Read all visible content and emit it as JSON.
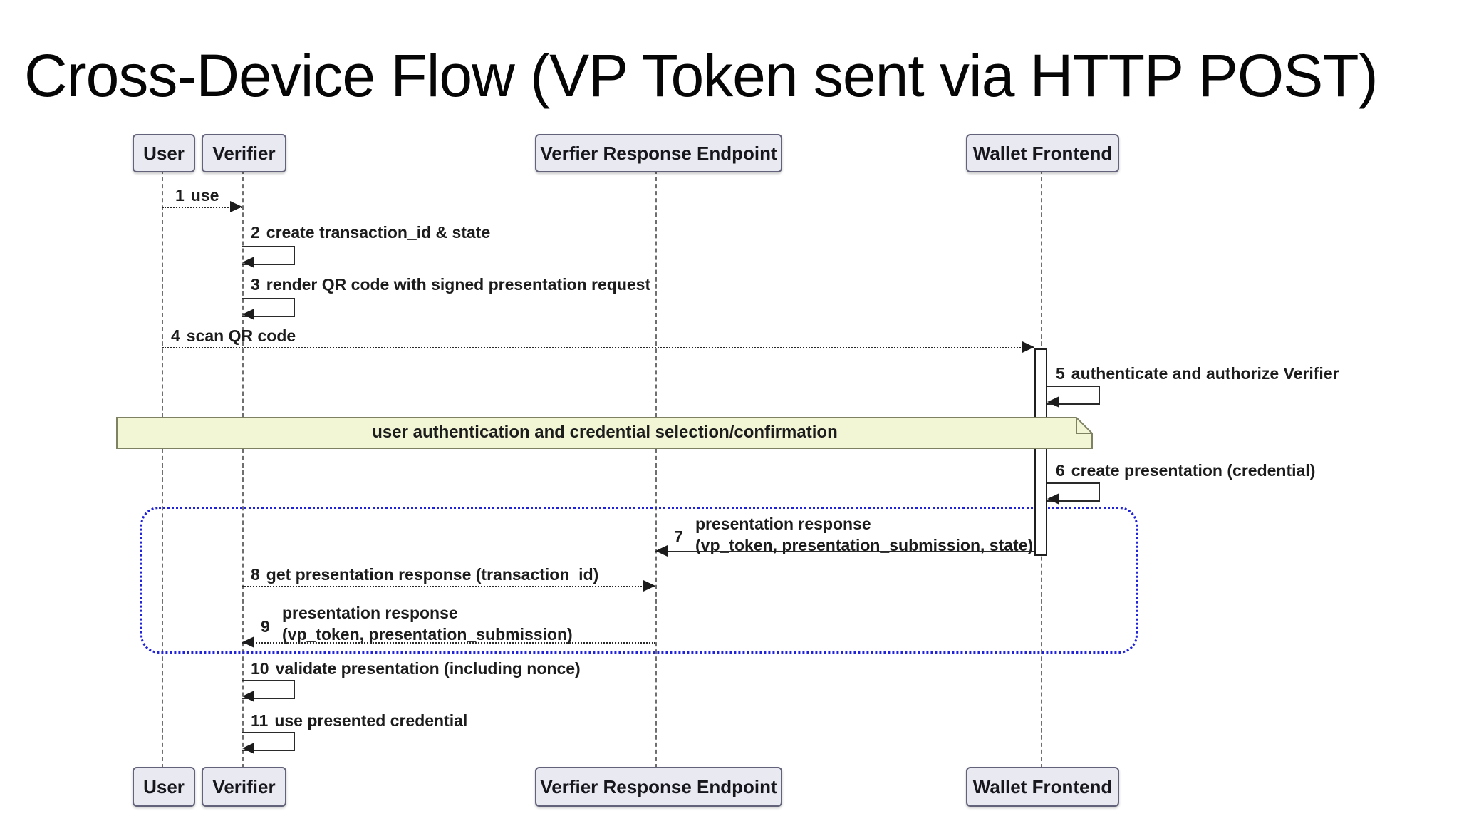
{
  "title": "Cross-Device Flow (VP Token sent via HTTP POST)",
  "participants": [
    {
      "id": "user",
      "label": "User"
    },
    {
      "id": "verifier",
      "label": "Verifier"
    },
    {
      "id": "endpoint",
      "label": "Verfier Response Endpoint"
    },
    {
      "id": "wallet",
      "label": "Wallet Frontend"
    }
  ],
  "messages": [
    {
      "num": "1",
      "label": "use",
      "from": "user",
      "to": "verifier",
      "style": "dotted"
    },
    {
      "num": "2",
      "label": "create transaction_id & state",
      "self": "verifier"
    },
    {
      "num": "3",
      "label": "render QR code with signed presentation request",
      "self": "verifier"
    },
    {
      "num": "4",
      "label": "scan QR code",
      "from": "user",
      "to": "wallet",
      "style": "dotted"
    },
    {
      "num": "5",
      "label": "authenticate and authorize Verifier",
      "self": "wallet"
    },
    {
      "num": "6",
      "label": "create presentation (credential)",
      "self": "wallet"
    },
    {
      "num": "7",
      "line1": "presentation response",
      "line2": "(vp_token, presentation_submission, state)",
      "from": "wallet",
      "to": "endpoint",
      "style": "solid"
    },
    {
      "num": "8",
      "label": "get presentation response (transaction_id)",
      "from": "verifier",
      "to": "endpoint",
      "style": "dotted"
    },
    {
      "num": "9",
      "line1": "presentation response",
      "line2": "(vp_token, presentation_submission)",
      "from": "endpoint",
      "to": "verifier",
      "style": "dotted"
    },
    {
      "num": "10",
      "label": "validate presentation (including nonce)",
      "self": "verifier"
    },
    {
      "num": "11",
      "label": "use presented credential",
      "self": "verifier"
    }
  ],
  "note": {
    "text": "user authentication and credential selection/confirmation"
  },
  "colors": {
    "participant_fill": "#e9e9f2",
    "participant_border": "#62627a",
    "note_fill": "#f2f6d4",
    "note_border": "#7e8162",
    "highlight_frame": "#2123d9",
    "line": "#2a2a2a",
    "background": "#ffffff"
  }
}
